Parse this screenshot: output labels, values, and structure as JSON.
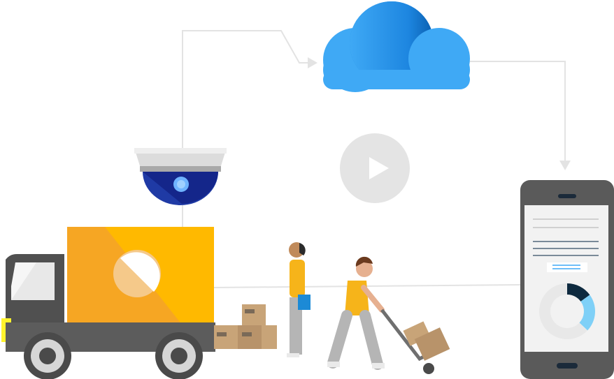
{
  "scene": {
    "colors": {
      "connector": "#e3e3e3",
      "cloud_light": "#3fa9f5",
      "cloud_dark": "#0a72c9",
      "camera_lens": "#1f3aa5",
      "truck_cargo": "#f6a623",
      "truck_cargo_light": "#ffb900",
      "truck_cab": "#505050",
      "box": "#c8a478",
      "phone_body": "#5a5a5a",
      "chart_dark": "#0e2a3f",
      "chart_light": "#7fd0f7",
      "shirt": "#f6b41a"
    },
    "icons": {
      "cloud": "cloud-icon",
      "camera": "security-camera-icon",
      "play": "play-icon",
      "truck": "delivery-truck-icon",
      "phone": "smartphone-icon"
    },
    "donut_chart": {
      "segments": [
        0.15,
        0.22,
        0.63
      ]
    }
  }
}
